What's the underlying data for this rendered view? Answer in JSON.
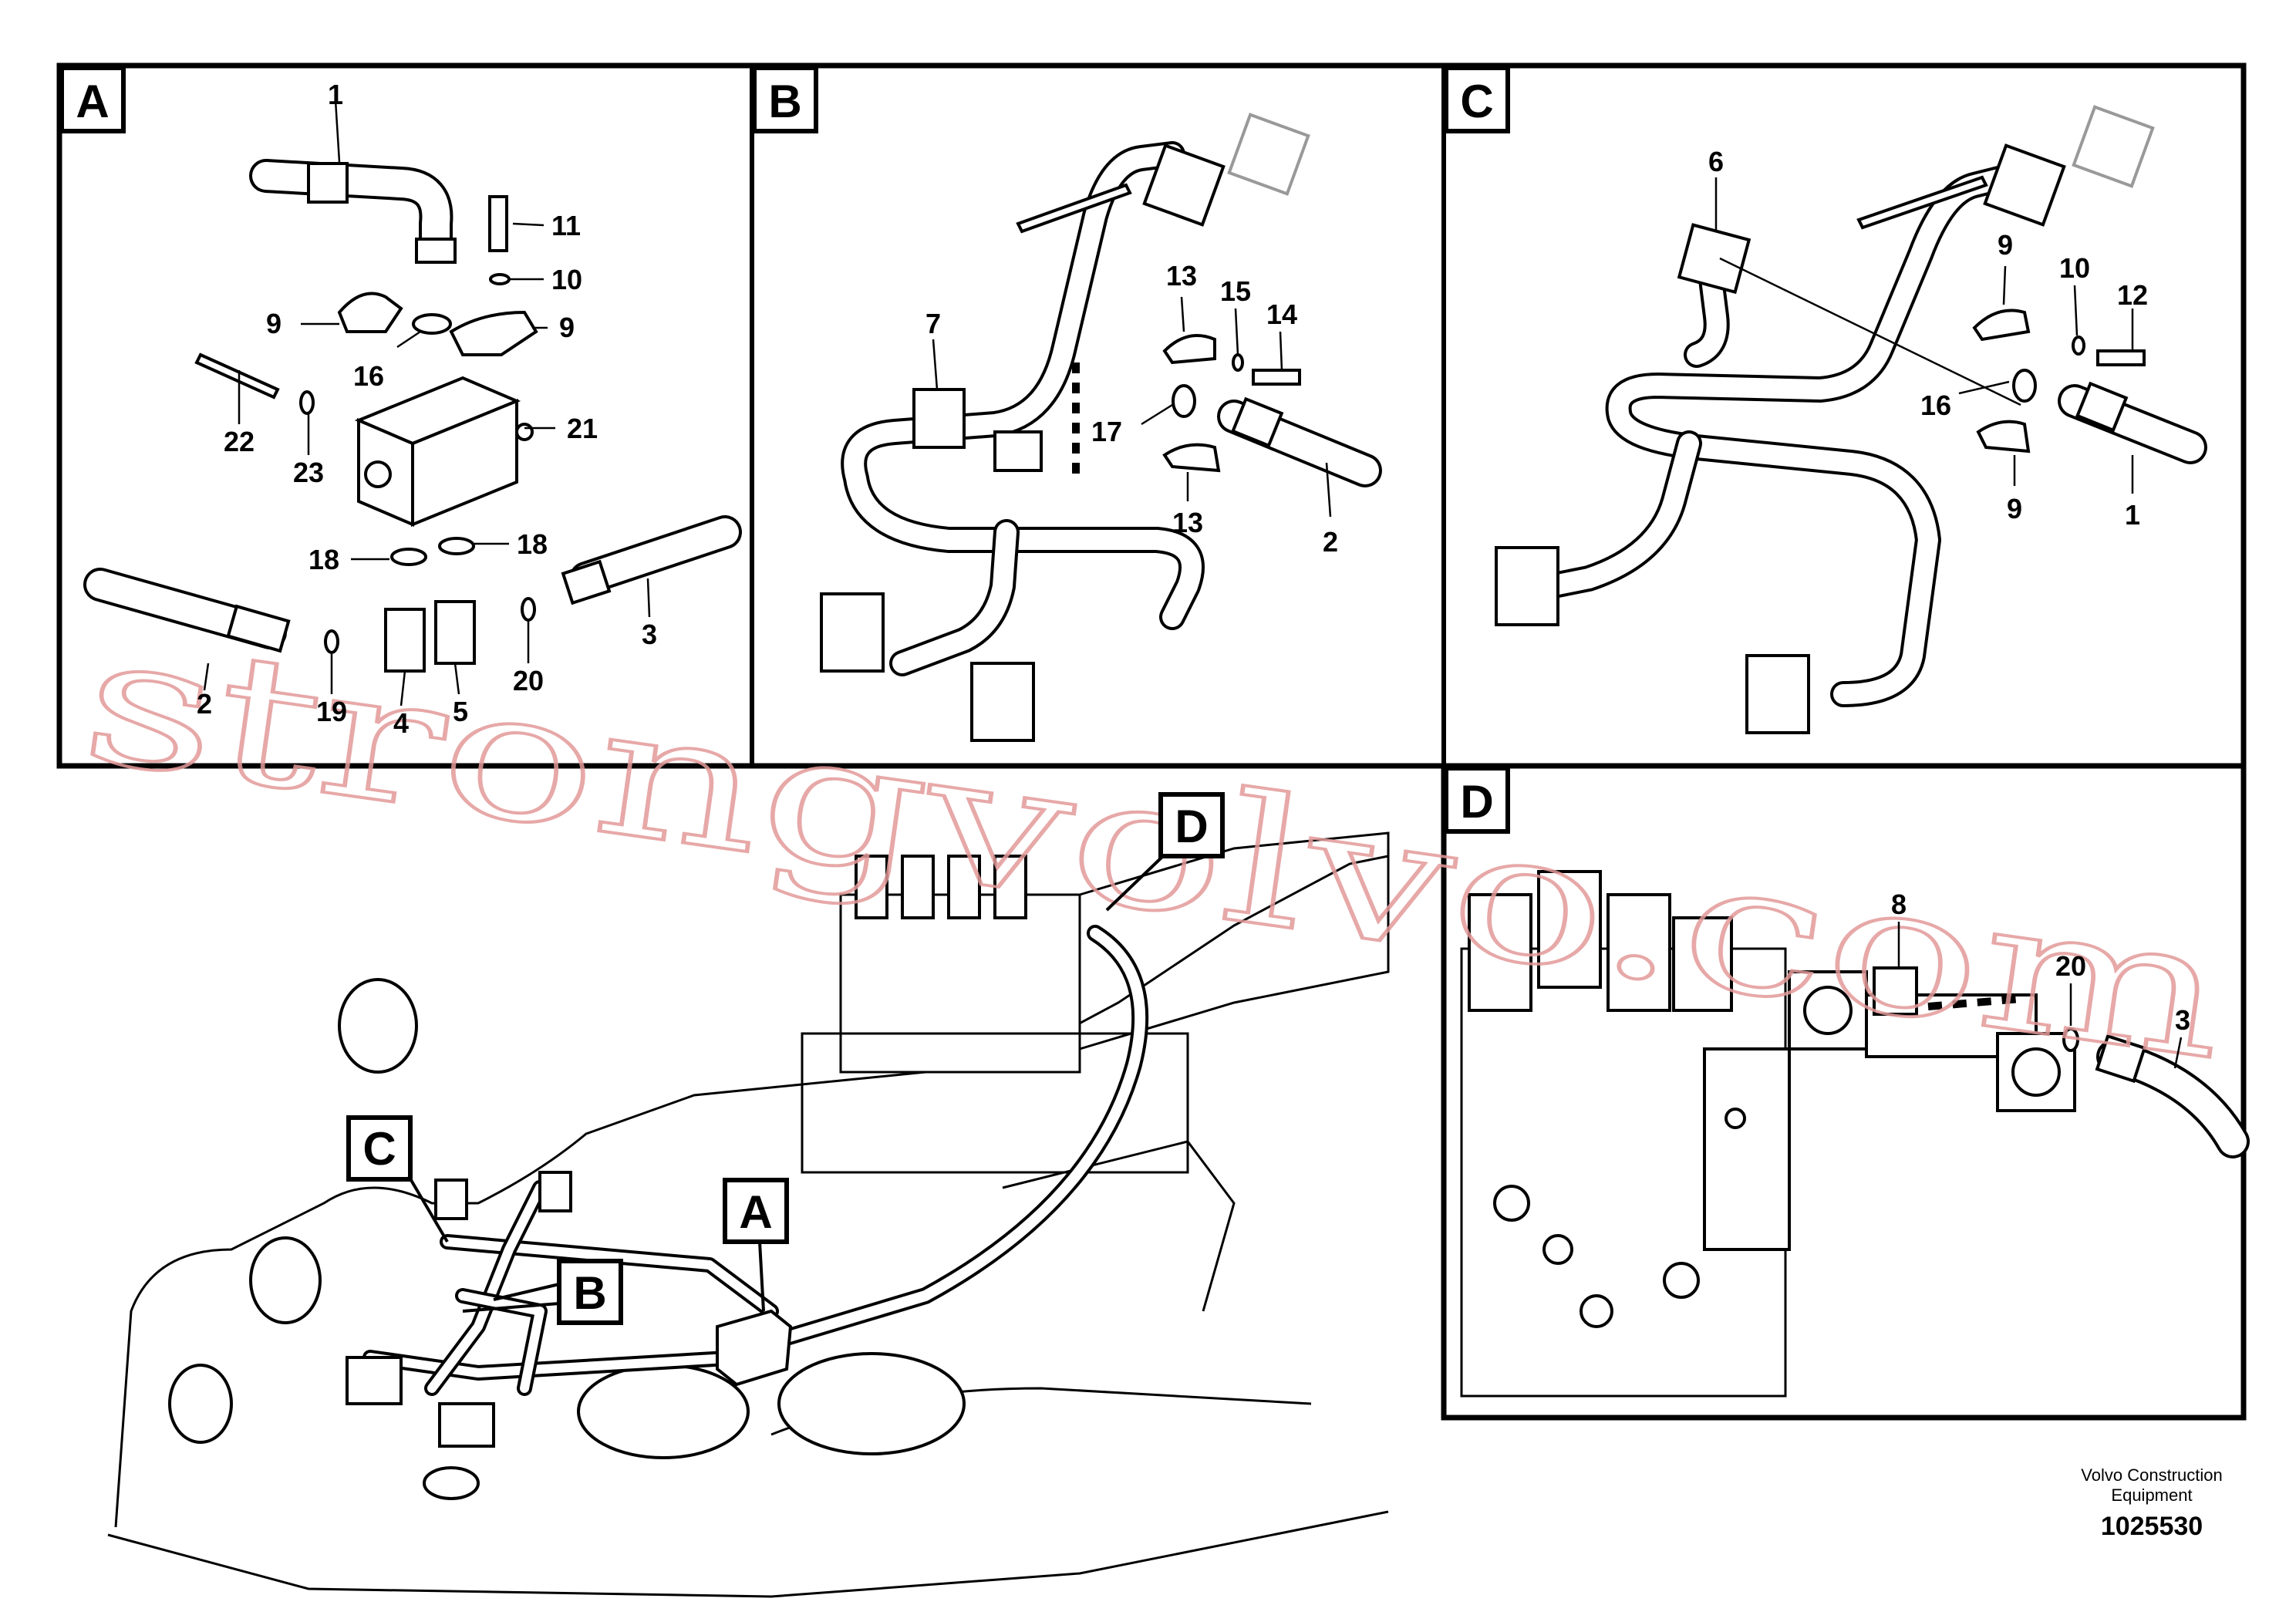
{
  "panels": {
    "A": {
      "label": "A",
      "callouts": [
        "1",
        "11",
        "10",
        "9",
        "9",
        "16",
        "22",
        "23",
        "21",
        "18",
        "18",
        "2",
        "19",
        "4",
        "5",
        "20",
        "3"
      ]
    },
    "B": {
      "label": "B",
      "callouts": [
        "7",
        "13",
        "15",
        "14",
        "17",
        "13",
        "2"
      ]
    },
    "C": {
      "label": "C",
      "callouts": [
        "6",
        "9",
        "10",
        "12",
        "16",
        "9",
        "1"
      ]
    },
    "D": {
      "label": "D",
      "callouts": [
        "8",
        "20",
        "3"
      ]
    }
  },
  "overview_labels": {
    "C": "C",
    "B": "B",
    "A": "A",
    "D": "D"
  },
  "watermark": "strongvolvo.com",
  "footer": {
    "brand_line1": "Volvo Construction",
    "brand_line2": "Equipment",
    "drawing_number": "1025530"
  },
  "colors": {
    "ink": "#000000",
    "watermark": "#e39a9a",
    "background": "#ffffff"
  }
}
